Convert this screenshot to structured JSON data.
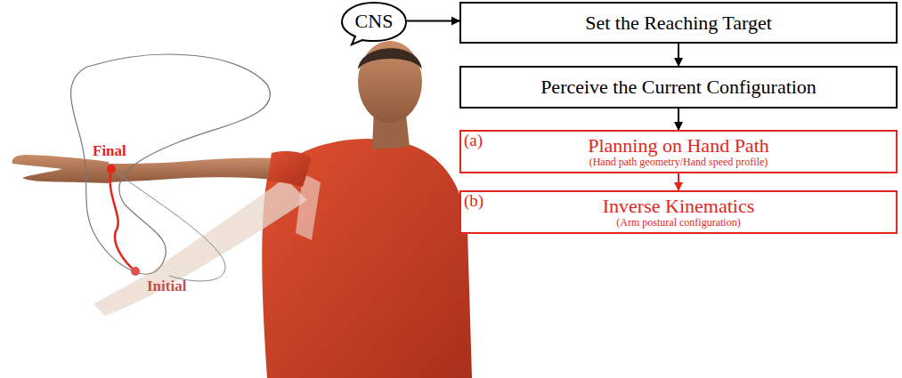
{
  "diagram": {
    "nodes": [
      {
        "text": [
          "CNS"
        ]
      },
      {
        "text": [
          "Set the Reaching Target"
        ]
      },
      {
        "text": [
          "Perceive the Current Configuration"
        ]
      },
      {
        "text": [
          "(a)",
          "Planning on Hand Path",
          "(Hand path geometry/Hand speed profile)"
        ]
      },
      {
        "text": [
          "(b)",
          "Inverse Kinematics",
          "(Arm postural configuration)"
        ]
      }
    ],
    "edges": [
      {
        "from": 0,
        "to": 1,
        "arrow": "to"
      },
      {
        "from": 1,
        "to": 2,
        "arrow": "to"
      },
      {
        "from": 2,
        "to": 3,
        "arrow": "to"
      },
      {
        "from": 3,
        "to": 4,
        "arrow": "to"
      }
    ],
    "labels": [
      "Final",
      "Initial"
    ]
  }
}
